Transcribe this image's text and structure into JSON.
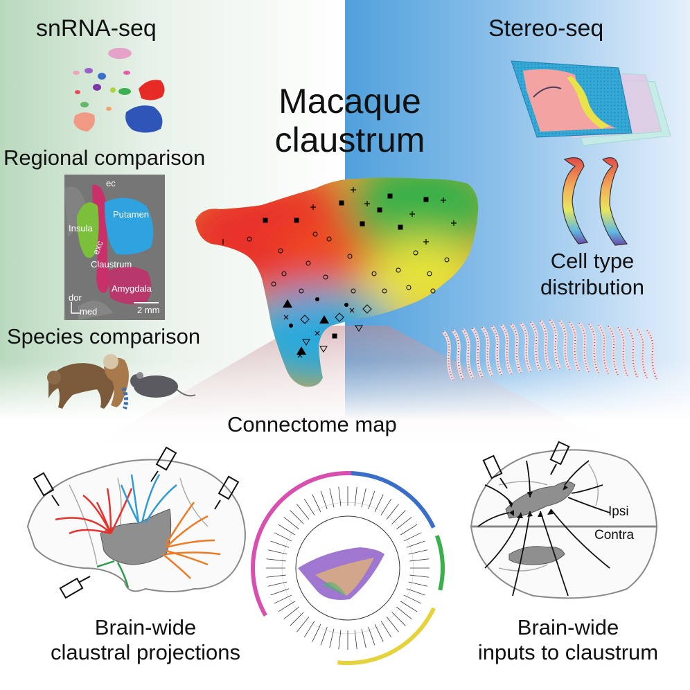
{
  "titles": {
    "snrna": "snRNA-seq",
    "stereo": "Stereo-seq",
    "main_line1": "Macaque",
    "main_line2": "claustrum",
    "regional": "Regional comparison",
    "species": "Species comparison",
    "cell_type_line1": "Cell type",
    "cell_type_line2": "distribution",
    "connectome": "Connectome map",
    "proj_line1": "Brain-wide",
    "proj_line2": "claustral projections",
    "inputs_line1": "Brain-wide",
    "inputs_line2": "inputs to claustrum"
  },
  "anatomy_labels": {
    "ec": "ec",
    "putamen": "Putamen",
    "insula": "Insula",
    "exc": "exc",
    "claustrum": "Claustrum",
    "amygdala": "Amygdala",
    "dor": "dor",
    "med": "med",
    "scale": "2 mm"
  },
  "brain_labels": {
    "ipsi": "Ipsi",
    "contra": "Contra"
  },
  "colors": {
    "red": "#e8312a",
    "green": "#39b04a",
    "blue": "#2aa8dc",
    "yellow": "#e6e23a",
    "orange": "#f07a22",
    "magenta": "#d94fb0",
    "arrow_blue": "#2e9bd8",
    "arrow_green": "#2a9b48"
  }
}
